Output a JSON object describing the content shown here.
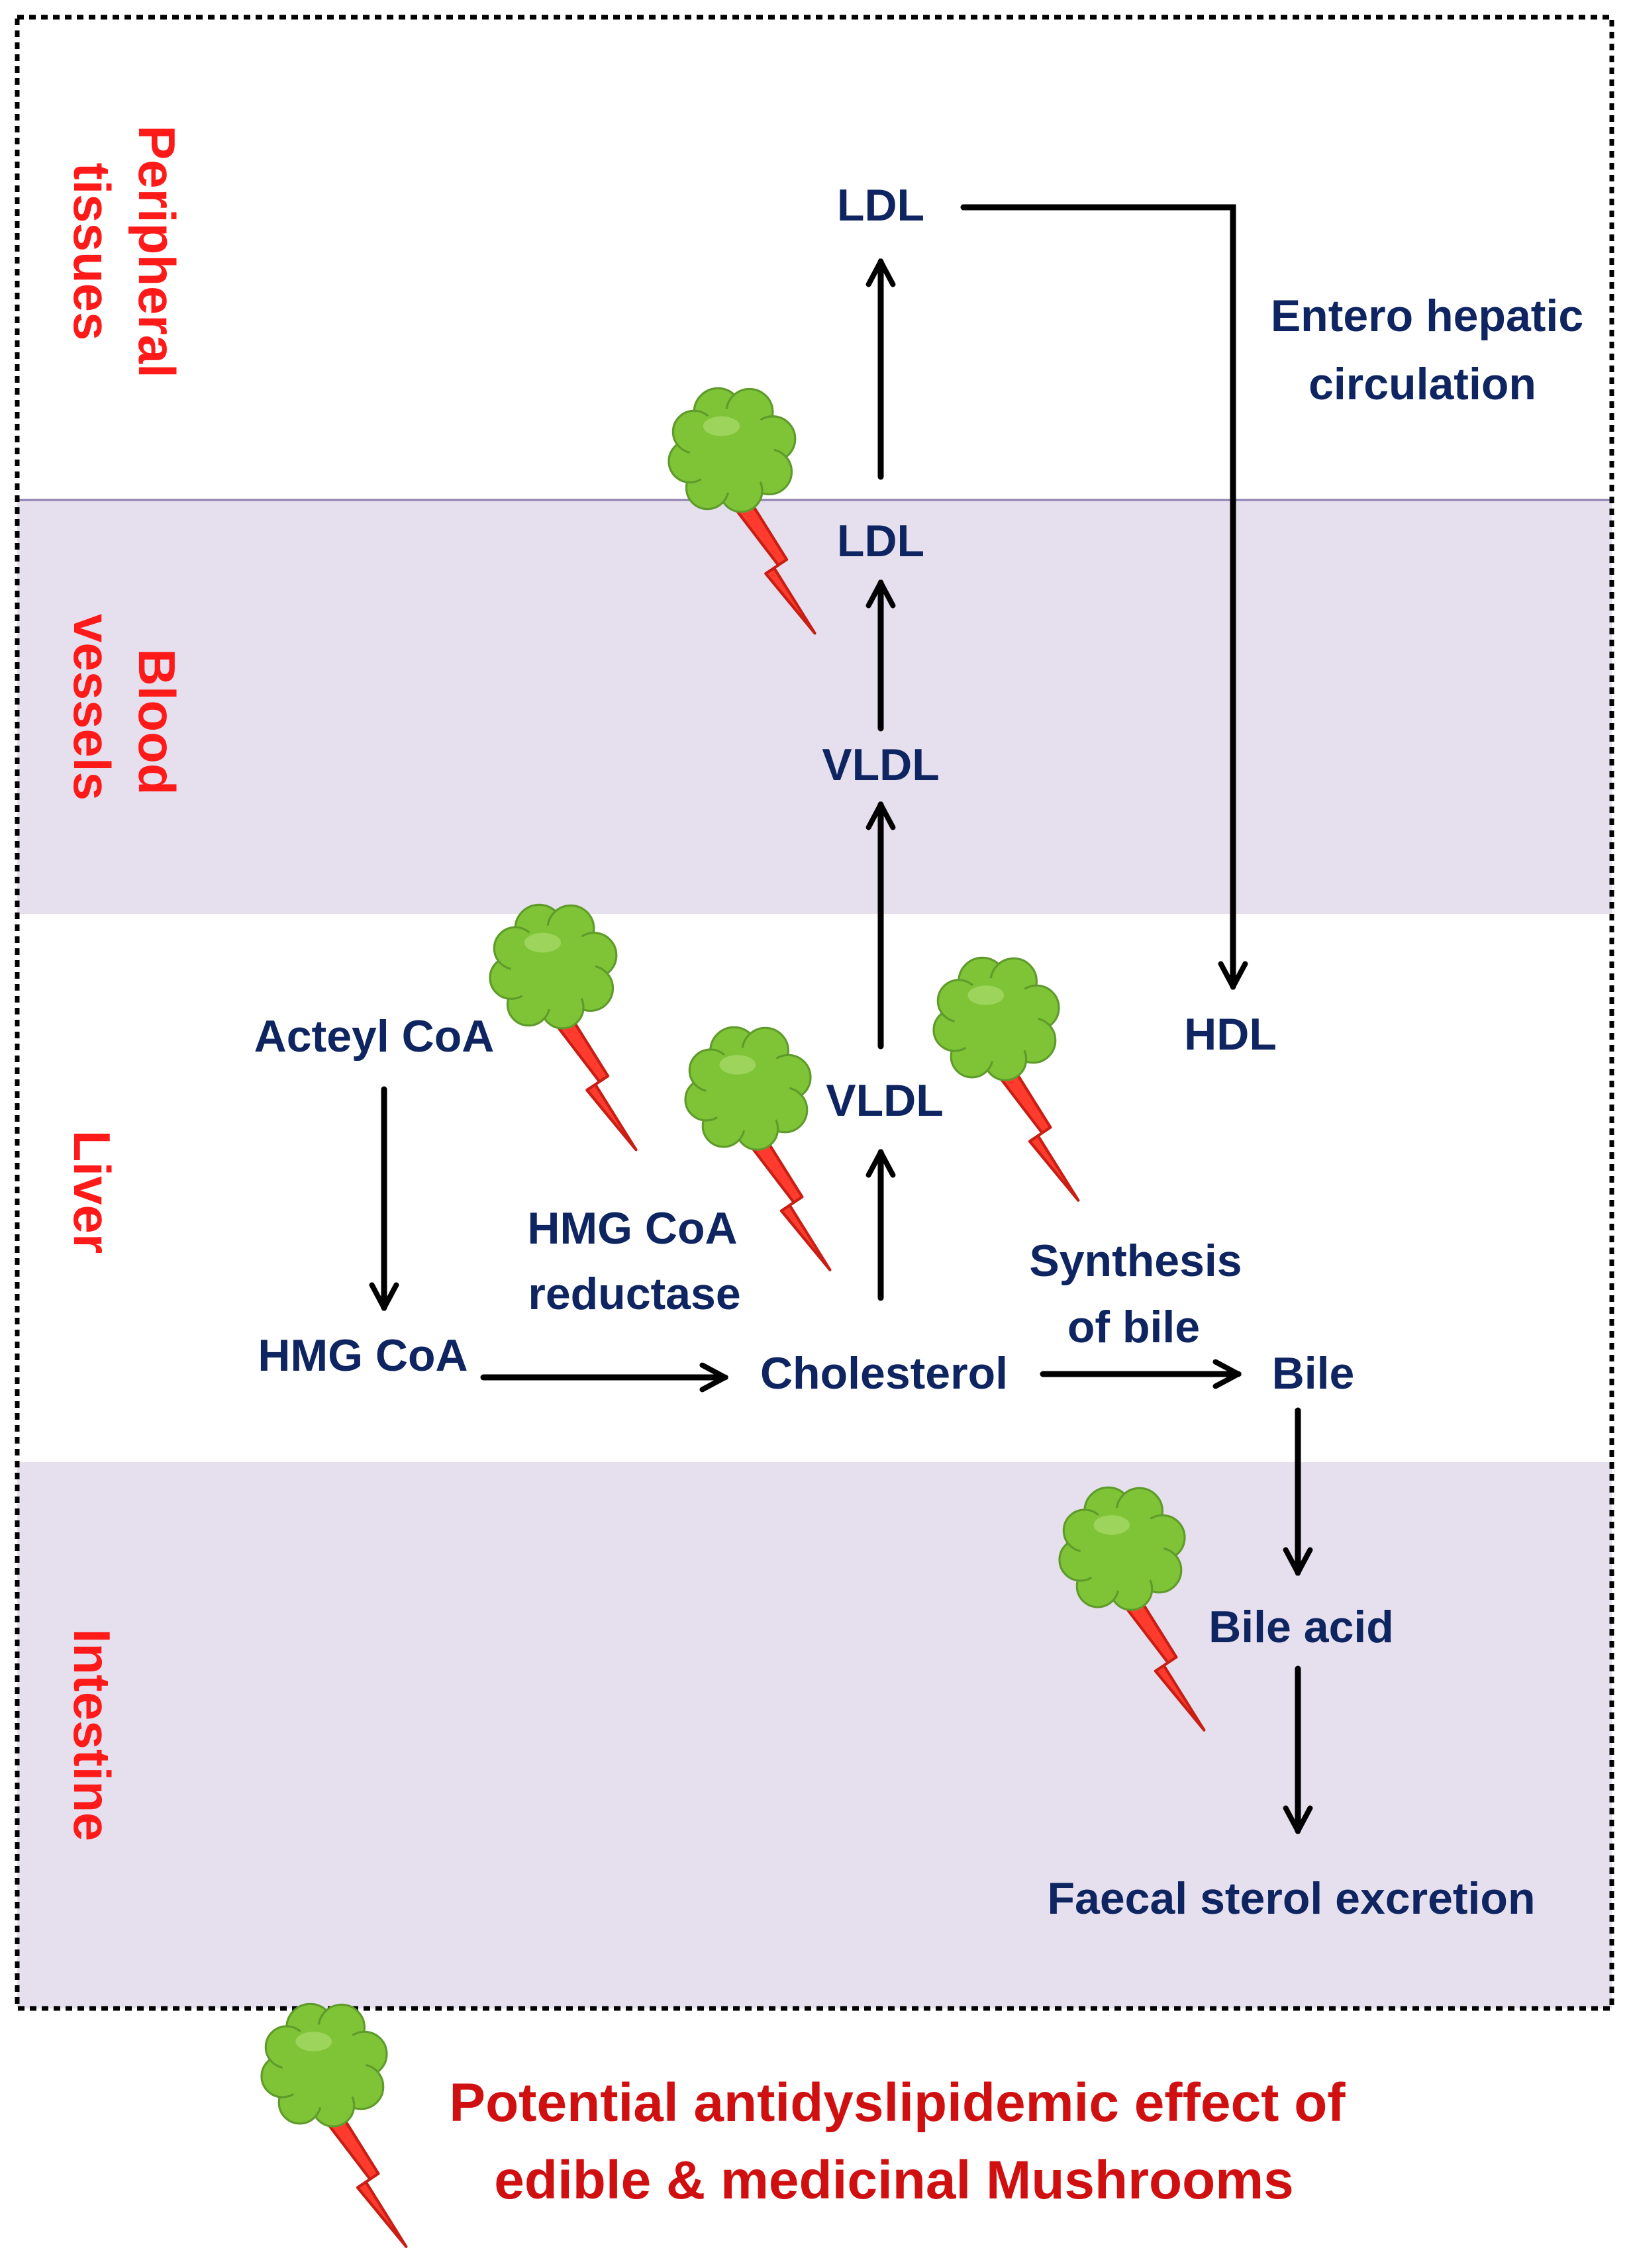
{
  "colors": {
    "node_text": "#0f2561",
    "zone_text": "#ff1a1a",
    "legend_text": "#d01010",
    "band_fill": "#e6e0ee",
    "band_line": "#8c7fb0",
    "arrow": "#000000",
    "border": "#000000",
    "mushroom_cap": "#7fc436",
    "mushroom_stem": "#ff3b2e"
  },
  "zones": {
    "peripheral_line1": "Peripheral",
    "peripheral_line2": "tissues",
    "blood_line1": "Blood",
    "blood_line2": "vessels",
    "liver": "Liver",
    "intestine": "Intestine"
  },
  "nodes": {
    "ldl_peripheral": "LDL",
    "ldl_blood": "LDL",
    "vldl_blood": "VLDL",
    "vldl_liver": "VLDL",
    "acetyl_coa": "Acteyl CoA",
    "hmg_coa": "HMG CoA",
    "cholesterol": "Cholesterol",
    "bile": "Bile",
    "hdl": "HDL",
    "bile_acid": "Bile acid",
    "faecal": "Faecal sterol excretion"
  },
  "labels": {
    "entero_line1": "Entero hepatic",
    "entero_line2": "circulation",
    "reductase_line1": "HMG CoA",
    "reductase_line2": "reductase",
    "synthesis_line1": "Synthesis",
    "synthesis_line2": "of bile"
  },
  "legend": {
    "icon": "mushroom-inhibition-icon",
    "line1": "Potential antidyslipidemic effect of",
    "line2": "edible & medicinal Mushrooms"
  }
}
